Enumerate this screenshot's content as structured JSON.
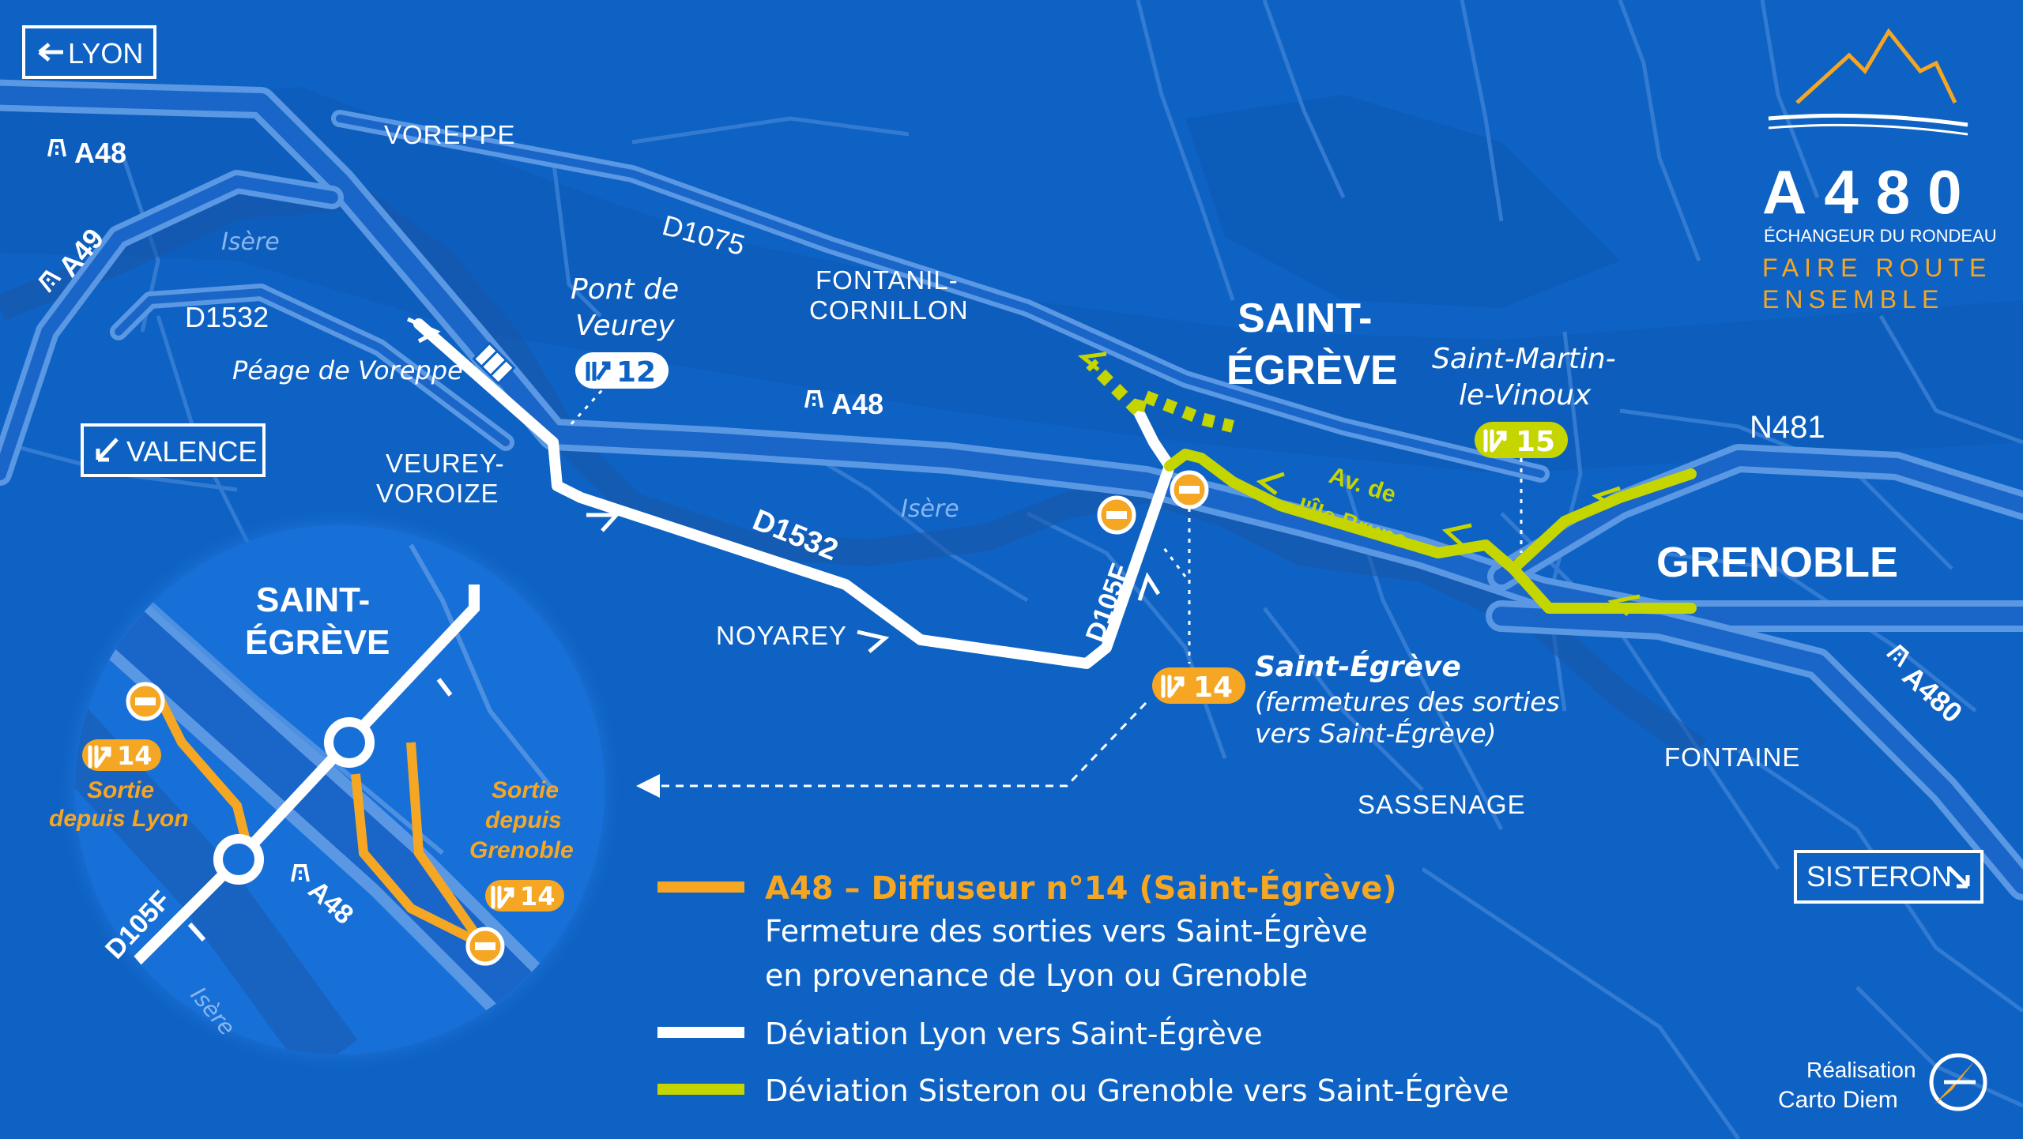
{
  "colors": {
    "background": "#0e62c4",
    "road_casing": "#4d8fe0",
    "road_fill": "#1a66c8",
    "orange": "#f5a623",
    "green": "#c5d500",
    "white": "#ffffff"
  },
  "directions": {
    "lyon": "LYON",
    "valence": "VALENCE",
    "sisteron": "SISTERON"
  },
  "roads": {
    "a48_west": "A48",
    "a49": "A49",
    "a48_center": "A48",
    "a480": "A480",
    "d1075": "D1075",
    "d1532_west": "D1532",
    "d1532": "D1532",
    "d105f": "D105F",
    "n481": "N481"
  },
  "places": {
    "voreppe": "VOREPPE",
    "fontanil_1": "FONTANIL-",
    "fontanil_2": "CORNILLON",
    "veurey_1": "VEUREY-",
    "veurey_2": "VOROIZE",
    "noyarey": "NOYAREY",
    "fontaine": "FONTAINE",
    "sassenage": "SASSENAGE",
    "isere_1": "Isère",
    "isere_2": "Isère",
    "saint_egreve_1": "SAINT-",
    "saint_egreve_2": "ÉGRÈVE",
    "grenoble": "GRENOBLE",
    "saint_martin_1": "Saint-Martin-",
    "saint_martin_2": "le-Vinoux",
    "pont_1": "Pont de",
    "pont_2": "Veurey",
    "peage": "Péage de Voreppe",
    "av_1": "Av. de",
    "av_2": "l'Île Brune"
  },
  "exits": {
    "x12": "12",
    "x14": "14",
    "x15": "15"
  },
  "annotation": {
    "title": "Saint-Égrève",
    "line1": "(fermetures des sorties",
    "line2": "vers Saint-Égrève)"
  },
  "inset": {
    "city_1": "SAINT-",
    "city_2": "ÉGRÈVE",
    "exit_lyon": "14",
    "exit_grenoble": "14",
    "sortie_lyon_1": "Sortie",
    "sortie_lyon_2": "depuis Lyon",
    "sortie_gre_1": "Sortie",
    "sortie_gre_2": "depuis",
    "sortie_gre_3": "Grenoble",
    "road_a48": "A48",
    "road_d105f": "D105F",
    "isere": "Isère"
  },
  "legend": [
    {
      "color": "#f5a623",
      "title": "A48 – Diffuseur n°14 (Saint-Égrève)",
      "lines": [
        "Fermeture des sorties vers Saint-Égrève",
        "en provenance de Lyon ou Grenoble"
      ]
    },
    {
      "color": "#ffffff",
      "title": "",
      "lines": [
        "Déviation Lyon vers Saint-Égrève"
      ]
    },
    {
      "color": "#c5d500",
      "title": "",
      "lines": [
        "Déviation Sisteron ou Grenoble vers Saint-Égrève"
      ]
    }
  ],
  "branding": {
    "name": "A480",
    "subtitle": "ÉCHANGEUR DU RONDEAU",
    "tagline_1": "FAIRE ROUTE",
    "tagline_2": "ENSEMBLE"
  },
  "credit": {
    "line1": "Réalisation",
    "line2": "Carto Diem"
  }
}
